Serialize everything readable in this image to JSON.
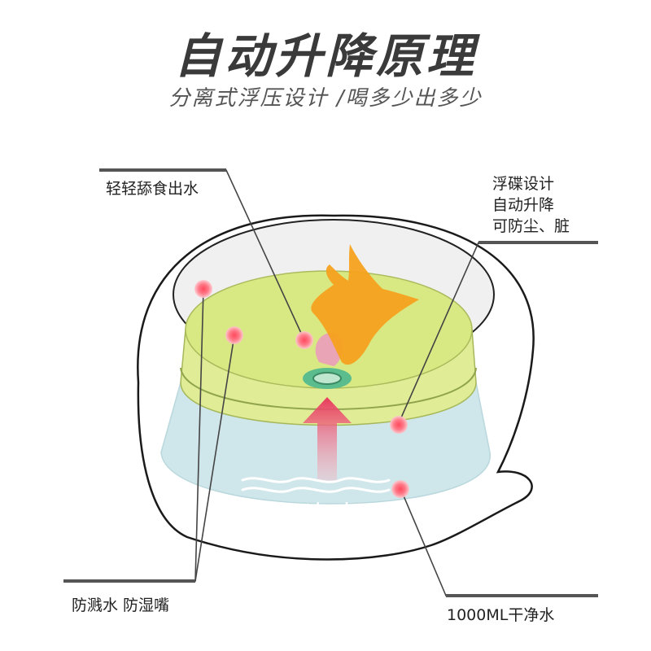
{
  "title": "自动升降原理",
  "subtitle": "分离式浮压设计 /喝多少出多少",
  "callouts": {
    "lick": "轻轻舔食出水",
    "float_line1": "浮碟设计",
    "float_line2": "自动升降",
    "float_line3": "可防尘、脏",
    "splash": "防溅水 防湿嘴",
    "capacity": "1000ML干净水"
  },
  "water_label": "干净水",
  "colors": {
    "title": "#3a3a3a",
    "upper_water": "#d9e98a",
    "lower_water": "#cfe6ea",
    "arrow": "#e85a72",
    "tongue": "#f7a41c",
    "marker": "#ff6b7a"
  }
}
